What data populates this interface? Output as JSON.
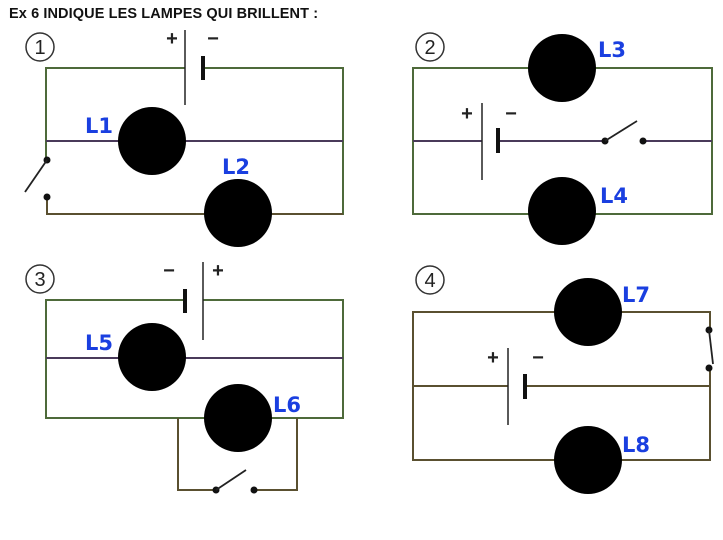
{
  "title": "Ex 6 INDIQUE LES LAMPES QUI BRILLENT :",
  "circuits": [
    {
      "number": "1",
      "lamps": [
        "L1",
        "L2"
      ],
      "switch": "open"
    },
    {
      "number": "2",
      "lamps": [
        "L3",
        "L4"
      ],
      "switch": "open"
    },
    {
      "number": "3",
      "lamps": [
        "L5",
        "L6"
      ],
      "switch": "open"
    },
    {
      "number": "4",
      "lamps": [
        "L7",
        "L8"
      ],
      "switch": "closed"
    }
  ],
  "signs": {
    "plus": "+",
    "minus": "−"
  },
  "colors": {
    "label": "#1a3fe0",
    "wire": "#5a5030"
  }
}
